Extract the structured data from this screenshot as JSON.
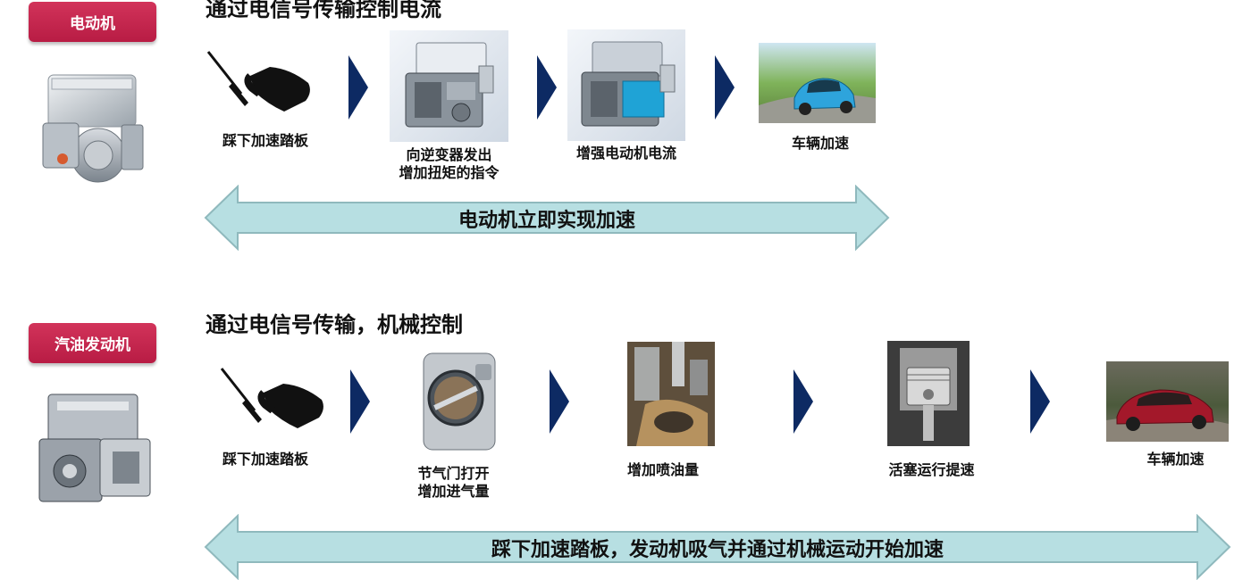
{
  "sections": [
    {
      "badge": "电动机",
      "title": "通过电信号传输控制电流",
      "steps": [
        "踩下加速踏板",
        "向逆变器发出\n增加扭矩的指令",
        "增强电动机电流",
        "车辆加速"
      ],
      "summary": "电动机立即实现加速"
    },
    {
      "badge": "汽油发动机",
      "title": "通过电信号传输，机械控制",
      "steps": [
        "踩下加速踏板",
        "节气门打开\n增加进气量",
        "增加喷油量",
        "活塞运行提速",
        "车辆加速"
      ],
      "summary": "踩下加速踏板，发动机吸气并通过机械运动开始加速"
    }
  ],
  "colors": {
    "badge": "#c4254d",
    "chevron": "#0d2a63",
    "arrow_fill": "#b7dfe2",
    "arrow_stroke": "#8fb9bd"
  }
}
